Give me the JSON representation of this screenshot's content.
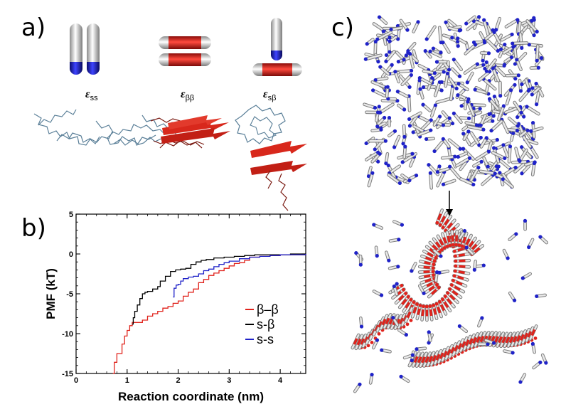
{
  "panels": {
    "a": {
      "label": "a)",
      "columns": [
        {
          "symbol": "ε",
          "sub": "ss"
        },
        {
          "symbol": "ε",
          "sub": "ββ"
        },
        {
          "symbol": "ε",
          "sub": "sβ"
        }
      ]
    },
    "b": {
      "label": "b)"
    },
    "c": {
      "label": "c)"
    }
  },
  "colors": {
    "red": "#e0231c",
    "blue": "#1f22c8",
    "black": "#000000",
    "steel": "#5a7f98",
    "rod_white": "#e8e8e8"
  },
  "chart_data": {
    "type": "line",
    "xlabel": "Reaction coordinate (nm)",
    "ylabel": "PMF (kT)",
    "xlim": [
      0,
      4.5
    ],
    "ylim": [
      -15,
      5
    ],
    "xticks": [
      "0",
      "1",
      "2",
      "3",
      "4"
    ],
    "yticks": [
      "5",
      "0",
      "-5",
      "-10",
      "-15"
    ],
    "legend_position": "bottom-right",
    "series": [
      {
        "name": "β–β",
        "color": "#e0231c",
        "x": [
          0.72,
          0.75,
          0.8,
          0.9,
          0.95,
          1.0,
          1.05,
          1.1,
          1.2,
          1.3,
          1.4,
          1.5,
          1.6,
          1.7,
          1.8,
          1.9,
          2.0,
          2.1,
          2.2,
          2.3,
          2.4,
          2.5,
          2.6,
          2.7,
          2.8,
          2.9,
          3.0,
          3.1,
          3.2,
          3.3,
          3.4,
          3.6,
          3.8,
          4.0,
          4.2,
          4.5
        ],
        "y": [
          -15.0,
          -13.6,
          -12.5,
          -11.3,
          -10.3,
          -9.6,
          -9.0,
          -8.6,
          -8.6,
          -8.3,
          -7.8,
          -7.5,
          -7.2,
          -6.8,
          -6.6,
          -6.2,
          -5.9,
          -5.3,
          -4.8,
          -4.4,
          -3.6,
          -3.2,
          -2.7,
          -2.4,
          -2.1,
          -1.8,
          -1.5,
          -1.2,
          -1.1,
          -0.8,
          -0.4,
          -0.3,
          -0.2,
          -0.1,
          -0.1,
          0.0
        ]
      },
      {
        "name": "s-β",
        "color": "#000000",
        "x": [
          1.1,
          1.12,
          1.15,
          1.2,
          1.25,
          1.3,
          1.35,
          1.4,
          1.5,
          1.6,
          1.65,
          1.75,
          1.85,
          1.95,
          2.05,
          2.15,
          2.25,
          2.35,
          2.45,
          2.55,
          2.7,
          2.9,
          3.1,
          3.3,
          3.5,
          3.8,
          4.2,
          4.5
        ],
        "y": [
          -8.8,
          -8.0,
          -7.2,
          -6.4,
          -5.6,
          -5.0,
          -4.8,
          -4.7,
          -4.4,
          -4.1,
          -3.4,
          -2.8,
          -2.2,
          -2.0,
          -1.9,
          -1.8,
          -1.3,
          -1.0,
          -0.8,
          -0.7,
          -0.5,
          -0.4,
          -0.3,
          -0.2,
          -0.1,
          -0.1,
          0.0,
          0.0
        ]
      },
      {
        "name": "s-s",
        "color": "#1f22c8",
        "x": [
          1.9,
          1.92,
          1.96,
          2.0,
          2.05,
          2.1,
          2.2,
          2.3,
          2.4,
          2.5,
          2.6,
          2.7,
          2.8,
          2.9,
          3.0,
          3.2,
          3.4,
          3.6,
          3.8,
          4.0,
          4.2,
          4.5
        ],
        "y": [
          -5.4,
          -4.3,
          -3.9,
          -3.8,
          -3.4,
          -3.1,
          -2.9,
          -2.8,
          -2.5,
          -2.1,
          -1.9,
          -1.6,
          -1.3,
          -1.1,
          -0.9,
          -0.6,
          -0.4,
          -0.3,
          -0.2,
          -0.1,
          -0.1,
          0.0
        ]
      }
    ]
  }
}
